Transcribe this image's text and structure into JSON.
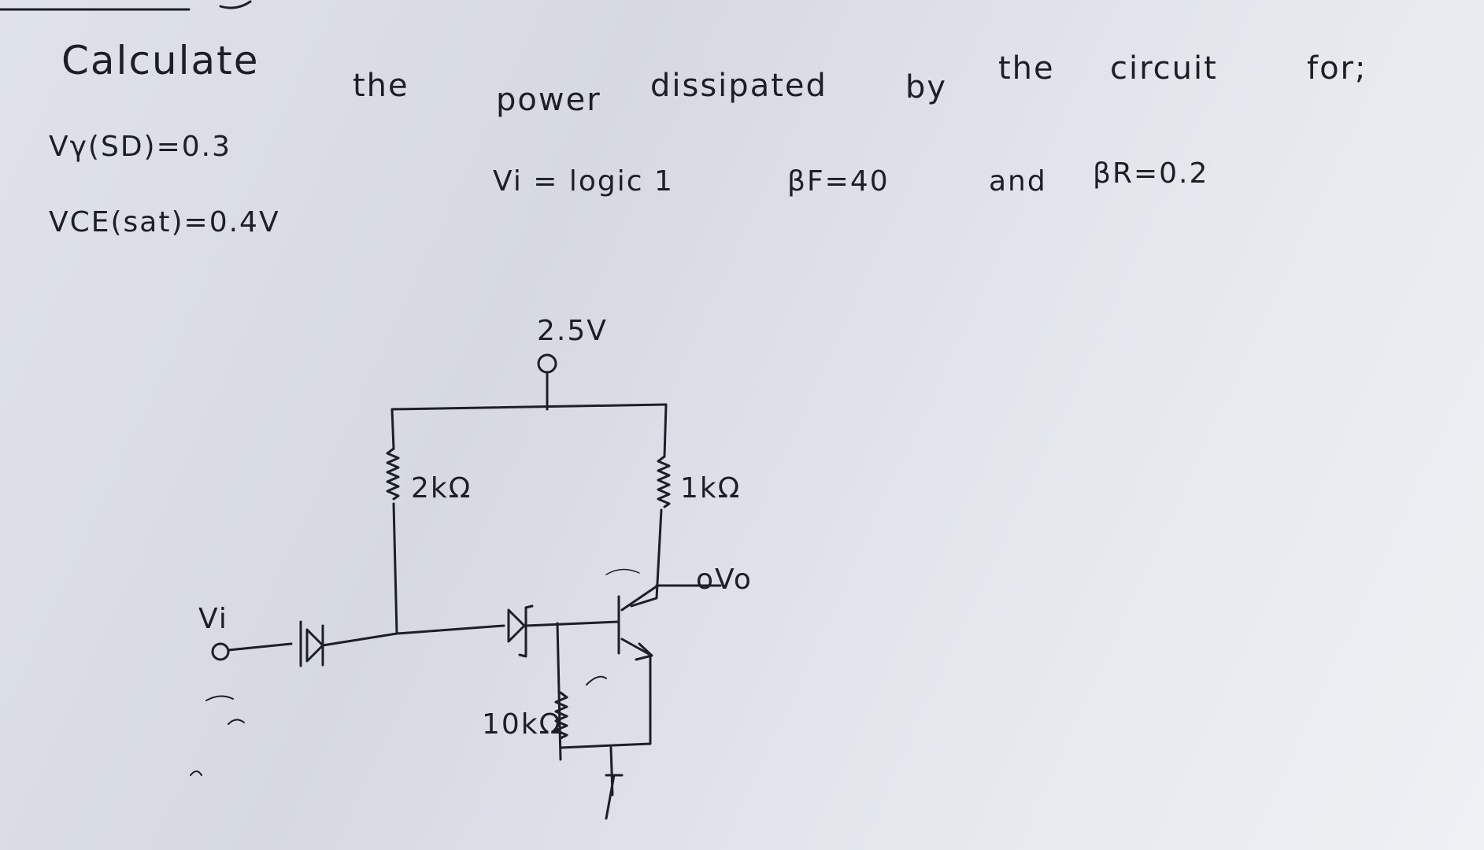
{
  "question": {
    "words": [
      "Calculate",
      "the",
      "power",
      "dissipated",
      "by",
      "the",
      "circuit",
      "for;"
    ]
  },
  "given": {
    "vgamma": "Vγ(SD)=0.3",
    "vce_sat": "VCE(sat)=0.4V",
    "vi": "Vi = logic 1",
    "beta_f": "βF=40",
    "and": "and",
    "beta_r": "βR=0.2"
  },
  "circuit": {
    "supply": "2.5V",
    "r_left": "2kΩ",
    "r_right": "1kΩ",
    "r_bottom": "10kΩ",
    "vo_label": "oVo",
    "vi_label": "Vi"
  },
  "colors": {
    "ink": "#1d1e28",
    "paper": "#dfe2ea"
  }
}
